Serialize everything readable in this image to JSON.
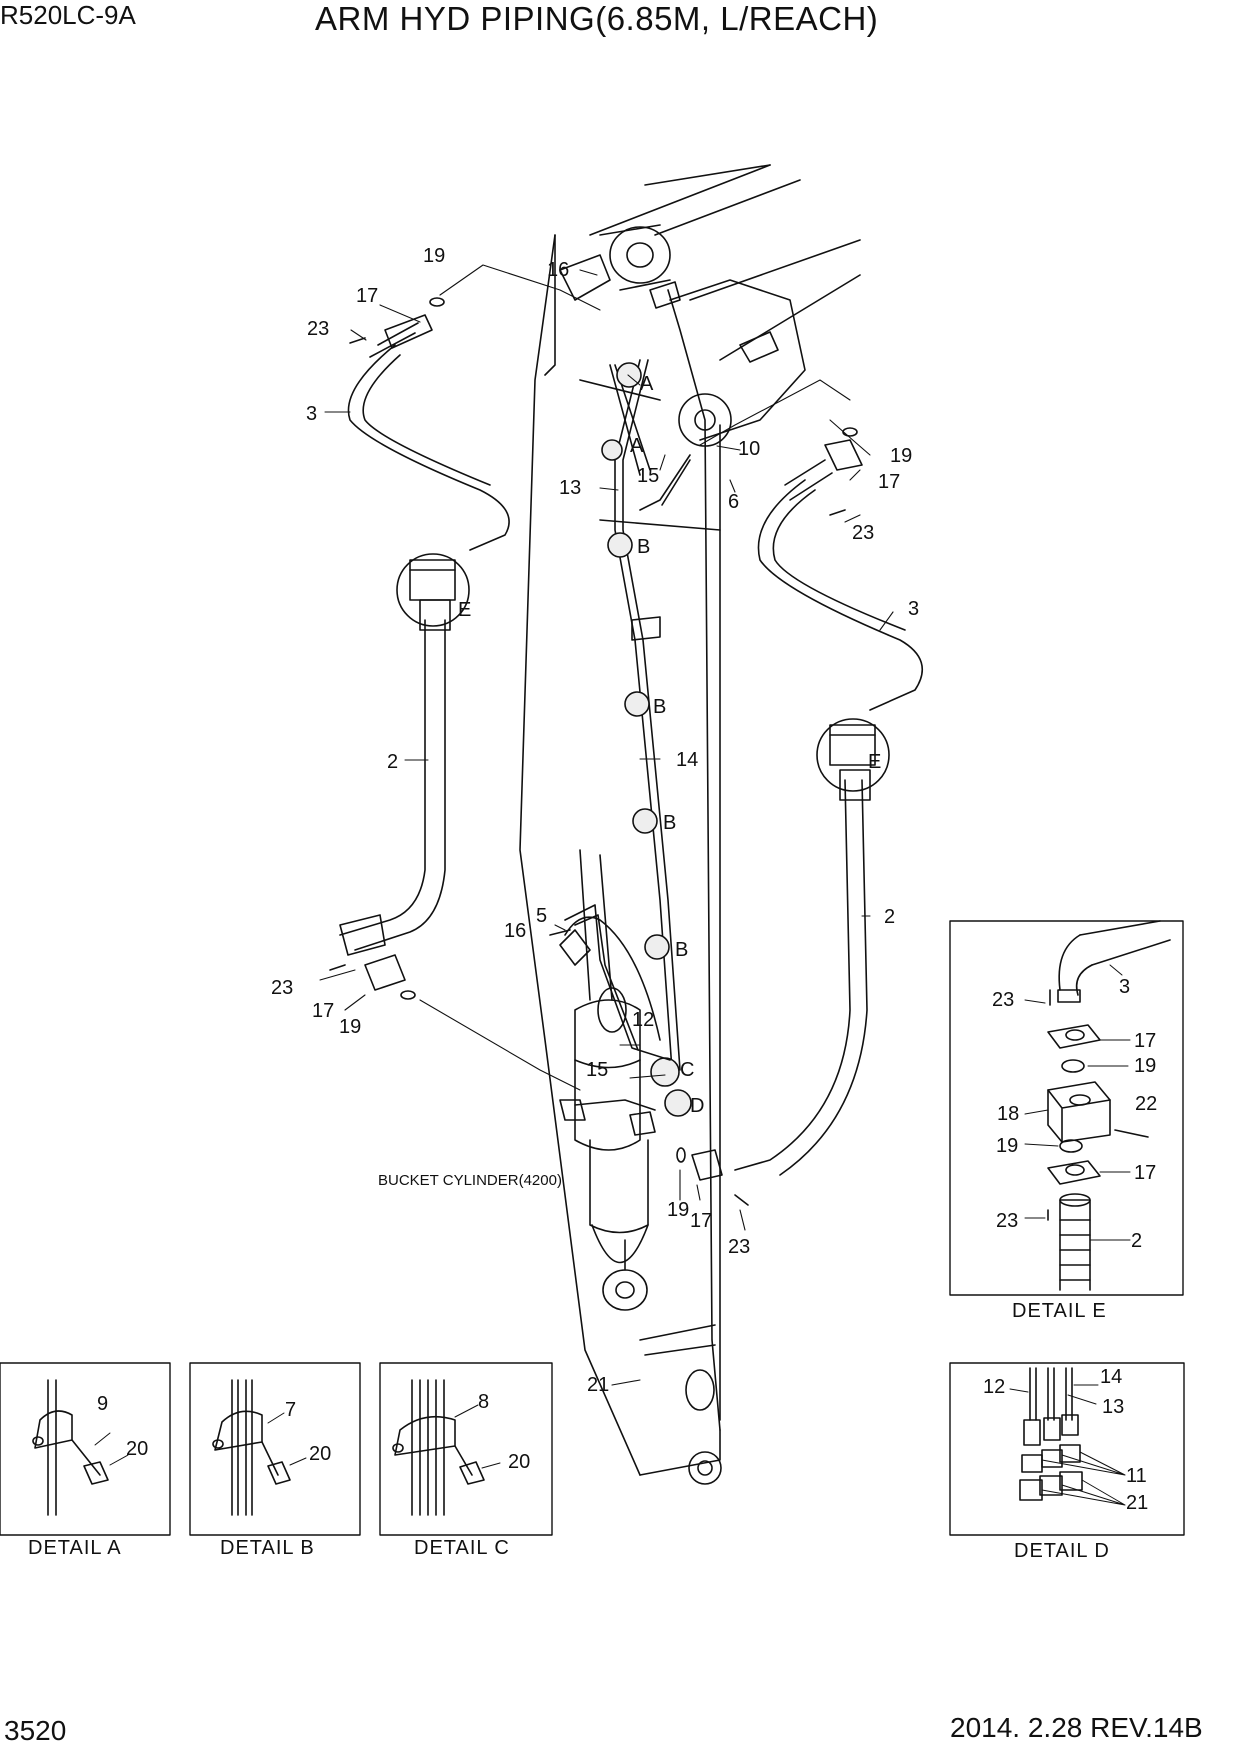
{
  "header": {
    "model": "R520LC-9A",
    "title": "ARM HYD PIPING(6.85M, L/REACH)"
  },
  "footer": {
    "page_number": "3520",
    "revision": "2014. 2.28  REV.14B"
  },
  "annotation": "BUCKET CYLINDER(4200)",
  "callouts": {
    "c1": "19",
    "c2": "17",
    "c3": "23",
    "c4": "3",
    "c5": "16",
    "c6": "A",
    "c7": "A",
    "c8": "13",
    "c9": "15",
    "c10": "10",
    "c11": "6",
    "c12": "19",
    "c13": "17",
    "c14": "23",
    "c15": "B",
    "c16": "E",
    "c17": "3",
    "c18": "B",
    "c19": "14",
    "c20": "2",
    "c21": "E",
    "c22": "B",
    "c23": "5",
    "c24": "16",
    "c25": "B",
    "c26": "2",
    "c27": "23",
    "c28": "17",
    "c29": "19",
    "c30": "12",
    "c31": "15",
    "c32": "C",
    "c33": "D",
    "c34": "19",
    "c35": "17",
    "c36": "23",
    "c37": "21"
  },
  "details": {
    "a": {
      "label": "DETAIL  A",
      "callouts": [
        "9",
        "20"
      ]
    },
    "b": {
      "label": "DETAIL  B",
      "callouts": [
        "7",
        "20"
      ]
    },
    "c": {
      "label": "DETAIL  C",
      "callouts": [
        "8",
        "20"
      ]
    },
    "d": {
      "label": "DETAIL  D",
      "callouts": [
        "12",
        "14",
        "13",
        "11",
        "21"
      ]
    },
    "e": {
      "label": "DETAIL  E",
      "callouts": [
        "23",
        "3",
        "17",
        "19",
        "18",
        "22",
        "19",
        "17",
        "23",
        "2"
      ]
    }
  }
}
